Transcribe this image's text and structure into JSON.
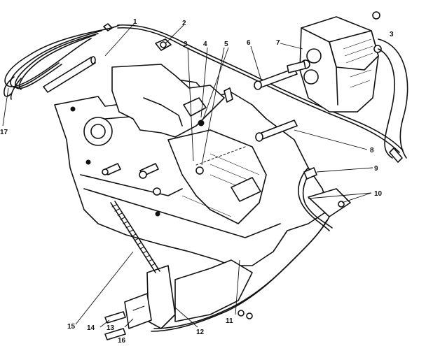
{
  "callouts": [
    {
      "id": "1",
      "label": "1"
    },
    {
      "id": "2",
      "label": "2"
    },
    {
      "id": "3a",
      "label": "3"
    },
    {
      "id": "3b",
      "label": "3"
    },
    {
      "id": "4",
      "label": "4"
    },
    {
      "id": "5",
      "label": "5"
    },
    {
      "id": "6",
      "label": "6"
    },
    {
      "id": "7",
      "label": "7"
    },
    {
      "id": "8",
      "label": "8"
    },
    {
      "id": "9",
      "label": "9"
    },
    {
      "id": "10",
      "label": "10"
    },
    {
      "id": "11",
      "label": "11"
    },
    {
      "id": "12",
      "label": "12"
    },
    {
      "id": "13",
      "label": "13"
    },
    {
      "id": "14",
      "label": "14"
    },
    {
      "id": "15",
      "label": "15"
    },
    {
      "id": "16",
      "label": "16"
    },
    {
      "id": "17",
      "label": "17"
    }
  ]
}
